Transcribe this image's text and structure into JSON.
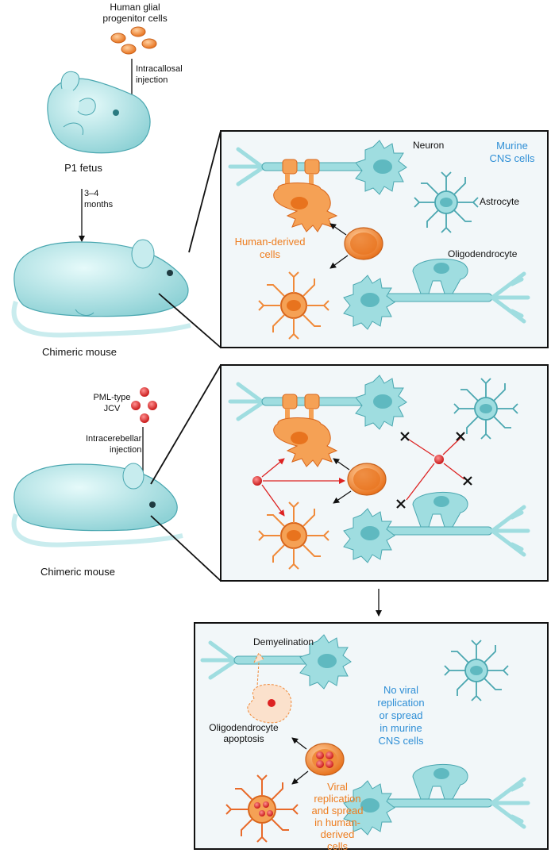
{
  "left_column": {
    "progenitor_label": "Human glial\nprogenitor cells",
    "intracallosal_label": "Intracallosal\ninjection",
    "p1_fetus_label": "P1 fetus",
    "months_label": "3–4\nmonths",
    "chimeric_mouse_top_label": "Chimeric mouse",
    "jcv_label": "PML-type\nJCV",
    "intracerebellar_label": "Intracerebellar\ninjection",
    "chimeric_mouse_bottom_label": "Chimeric mouse"
  },
  "panel_top": {
    "neuron_label": "Neuron",
    "murine_label": "Murine\nCNS cells",
    "astrocyte_label": "Astrocyte",
    "oligodendrocyte_label": "Oligodendrocyte",
    "human_derived_label": "Human-derived\ncells"
  },
  "panel_bottom": {
    "demyelination_label": "Demyelination",
    "apoptosis_label": "Oligodendrocyte\napoptosis",
    "no_viral_label": "No viral\nreplication\nor spread\nin murine\nCNS cells",
    "viral_replication_label": "Viral\nreplication\nand spread\nin human-\nderived\ncells"
  },
  "colors": {
    "murine": "#9fdde0",
    "murine_outline": "#4aa7b0",
    "human": "#f5a155",
    "human_outline": "#d8661c",
    "virus": "#dd2222",
    "blue_text": "#2f8fd6",
    "orange_text": "#ee7d1f"
  }
}
